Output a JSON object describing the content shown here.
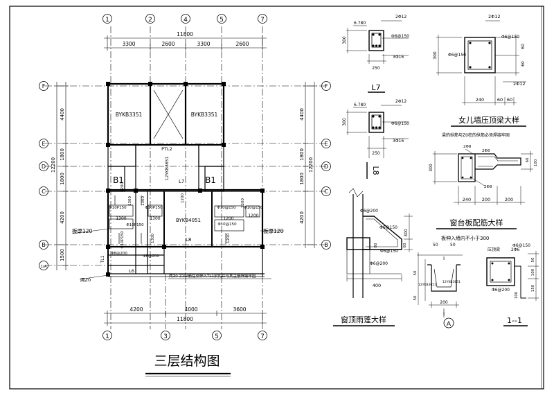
{
  "drawing": {
    "title": "三层结构图",
    "overall_width": "11800",
    "top_dims": [
      "3300",
      "2600",
      "3300",
      "2600"
    ],
    "bottom_dims": [
      "4200",
      "4000",
      "3600"
    ],
    "left_total": "12200",
    "left_dims": [
      "4400",
      "1800",
      "1800",
      "4200",
      "1500"
    ],
    "right_total": "12200",
    "right_dims": [
      "4400",
      "1800",
      "1800",
      "4200"
    ],
    "axes_top": [
      "1",
      "2",
      "4",
      "5",
      "7"
    ],
    "axes_bottom": [
      "1",
      "3",
      "5",
      "7"
    ],
    "axes_left": [
      "F",
      "E",
      "D",
      "C",
      "B",
      "1/A"
    ],
    "axes_right": [
      "F",
      "E",
      "D",
      "C",
      "B"
    ],
    "slabs": {
      "top_left": "BYKB3351",
      "top_right": "BYKB3351",
      "middle": "BYKB4051",
      "stair": "PTL2",
      "stair_slab": "12YKB3651",
      "b1_left": "B1",
      "b1_right": "B1"
    },
    "beams": {
      "l7": "L7",
      "l8": "L8",
      "l6": "L6",
      "tl1": "TL1"
    },
    "small": {
      "s1300a": "1300",
      "s1300b": "1300",
      "s1200a": "1200",
      "s1200b": "1200",
      "s1200c": "1200",
      "s1200d": "1200",
      "s1200e": "1200",
      "s1200f": "1200",
      "s1300c": "1300",
      "s1300d": "1300",
      "s1300e": "1300",
      "phi150a": "Φ10P150",
      "phi150b": "Φ10P150",
      "phi150c": "Φ10P150",
      "phi150d": "Φ10P150",
      "phi150e": "Φ10@150",
      "phi150f": "Φ10@150",
      "phi150g": "Φ10@150",
      "phi200a": "Φ8@200",
      "phi200b": "Φ8@200"
    },
    "slab_thick_left": "板厚120",
    "slab_thick_right": "板厚120",
    "note_left": "两Z0",
    "note_beam": "两Z0-Z1纵筋在梁伸入TL1梁内并与其主筋焊接牢固"
  },
  "l7": {
    "label": "L7",
    "elev": "6.780",
    "top_bar": "2Φ12",
    "stirrup": "Φ6@150",
    "bot_bar": "3Φ16",
    "height": "300",
    "width": "250"
  },
  "l8": {
    "label": "L8",
    "elev": "6.780",
    "top_bar": "2Φ12",
    "stirrup": "Φ6@150",
    "bot_bar": "3Φ16",
    "height": "300",
    "width": "250"
  },
  "parapet": {
    "title": "女儿墙压顶梁大样",
    "top_bar": "2Φ12",
    "stirrup": "Φ6@150",
    "stirrup2": "Φ6@150",
    "bot_bar": "2Φ12",
    "height": "300",
    "dim_a": "60",
    "dim_b": "60",
    "w1": "240",
    "w2": "60",
    "w3": "60"
  },
  "sill": {
    "title": "窗台板配筋大样",
    "note_top": "梁的纵筋与Z0柱的纵筋必须焊接牢固",
    "bar_a": "2Φ8",
    "bar_b": "2Φ8",
    "bar_c": "2Φ8",
    "height": "300",
    "d60": "60",
    "d100": "100",
    "w1": "240",
    "w2": "200",
    "w3": "200",
    "note_bottom": "板伸入墙内不小于300"
  },
  "canopy": {
    "title": "窗顶雨蓬大样",
    "bar1": "Φ6@200",
    "bar2": "Φ6@150",
    "bar3": "Φ6@200",
    "bar4": "Φ6@150",
    "h1": "300",
    "h2": "80",
    "h3": "60",
    "w": "400"
  },
  "section_a": {
    "mark": "A",
    "cut": "I",
    "label1": "12YKB3651",
    "label2": "12YKB3651",
    "d50a": "50",
    "d50b": "50",
    "d50c": "50",
    "d200": "200",
    "d50d": "50"
  },
  "section_11": {
    "title": "1--1",
    "beam": "压顶梁",
    "bar": "2Φ6",
    "stirrup": "Φ6@150",
    "stirrup2": "Φ6@200",
    "d1": "50",
    "d2": "100",
    "d3": "150",
    "d4": "100"
  }
}
